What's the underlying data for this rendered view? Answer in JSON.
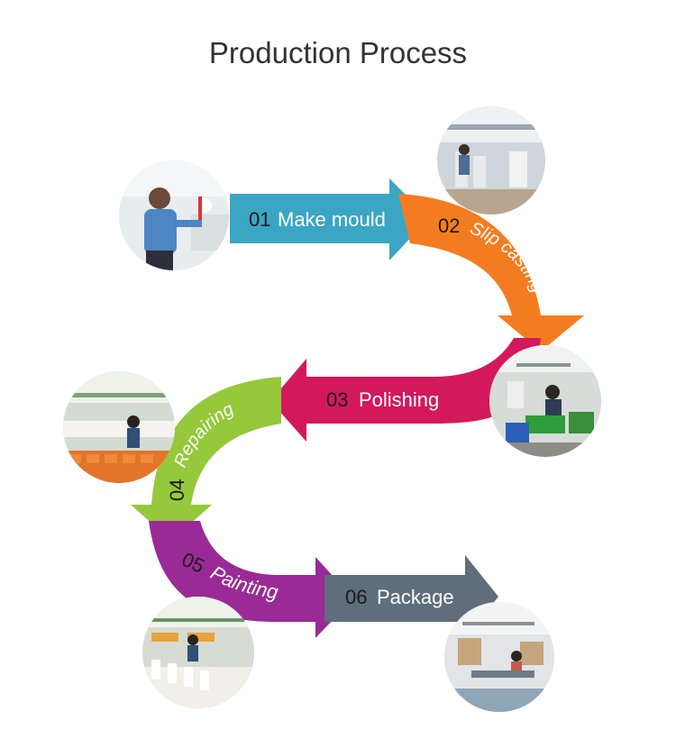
{
  "title": "Production Process",
  "colors": {
    "make_mould": "#3aa6c4",
    "slip_casting": "#f47c20",
    "polishing": "#d4185c",
    "repairing": "#95c83b",
    "painting": "#9a2a96",
    "package": "#5f6e7a",
    "number_text": "#1a1a1a",
    "label_text": "#ffffff"
  },
  "steps": [
    {
      "num": "01",
      "label": "Make mould",
      "photo_icon": "worker-mould-photo"
    },
    {
      "num": "02",
      "label": "Slip casting",
      "photo_icon": "workshop-casting-photo"
    },
    {
      "num": "03",
      "label": "Polishing",
      "photo_icon": "workers-polishing-photo"
    },
    {
      "num": "04",
      "label": "Repairing",
      "photo_icon": "factory-repairing-photo"
    },
    {
      "num": "05",
      "label": "Painting",
      "photo_icon": "factory-painting-photo"
    },
    {
      "num": "06",
      "label": "Package",
      "photo_icon": "packing-area-photo"
    }
  ]
}
